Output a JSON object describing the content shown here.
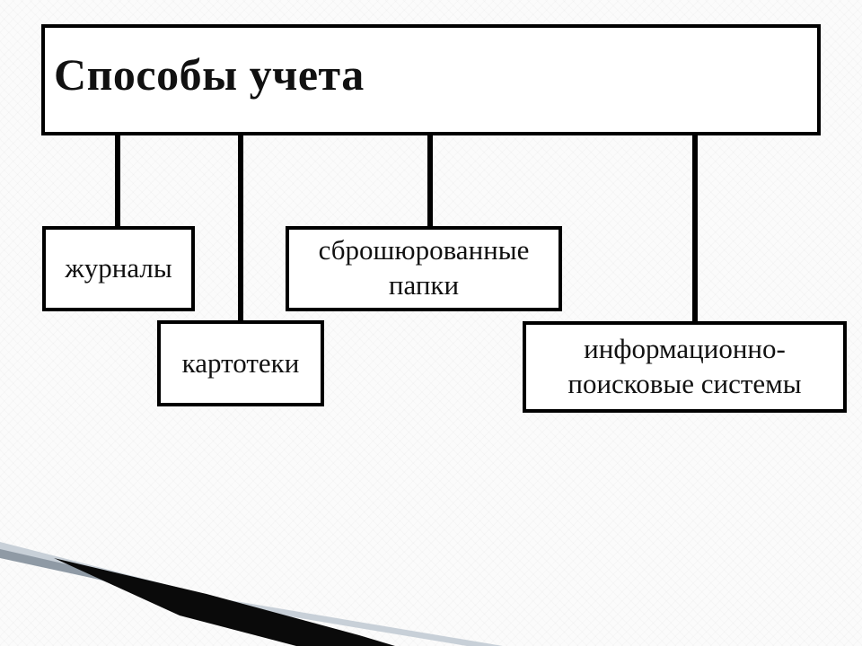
{
  "diagram": {
    "title": "Способы учета",
    "nodes": [
      {
        "id": "journals",
        "label": "журналы"
      },
      {
        "id": "cards",
        "label": "картотеки"
      },
      {
        "id": "folders",
        "label": "сброшюрованные папки"
      },
      {
        "id": "systems",
        "label": "информационно-поисковые системы"
      }
    ],
    "edges": [
      {
        "from": "title",
        "to": "journals"
      },
      {
        "from": "title",
        "to": "cards"
      },
      {
        "from": "title",
        "to": "folders"
      },
      {
        "from": "title",
        "to": "systems"
      }
    ]
  },
  "colors": {
    "border": "#000000",
    "box_fill": "#ffffff",
    "text": "#111111",
    "background": "#fbfbfb",
    "deco_light": "#b9c3cc",
    "deco_dark": "#0a0a0a"
  }
}
